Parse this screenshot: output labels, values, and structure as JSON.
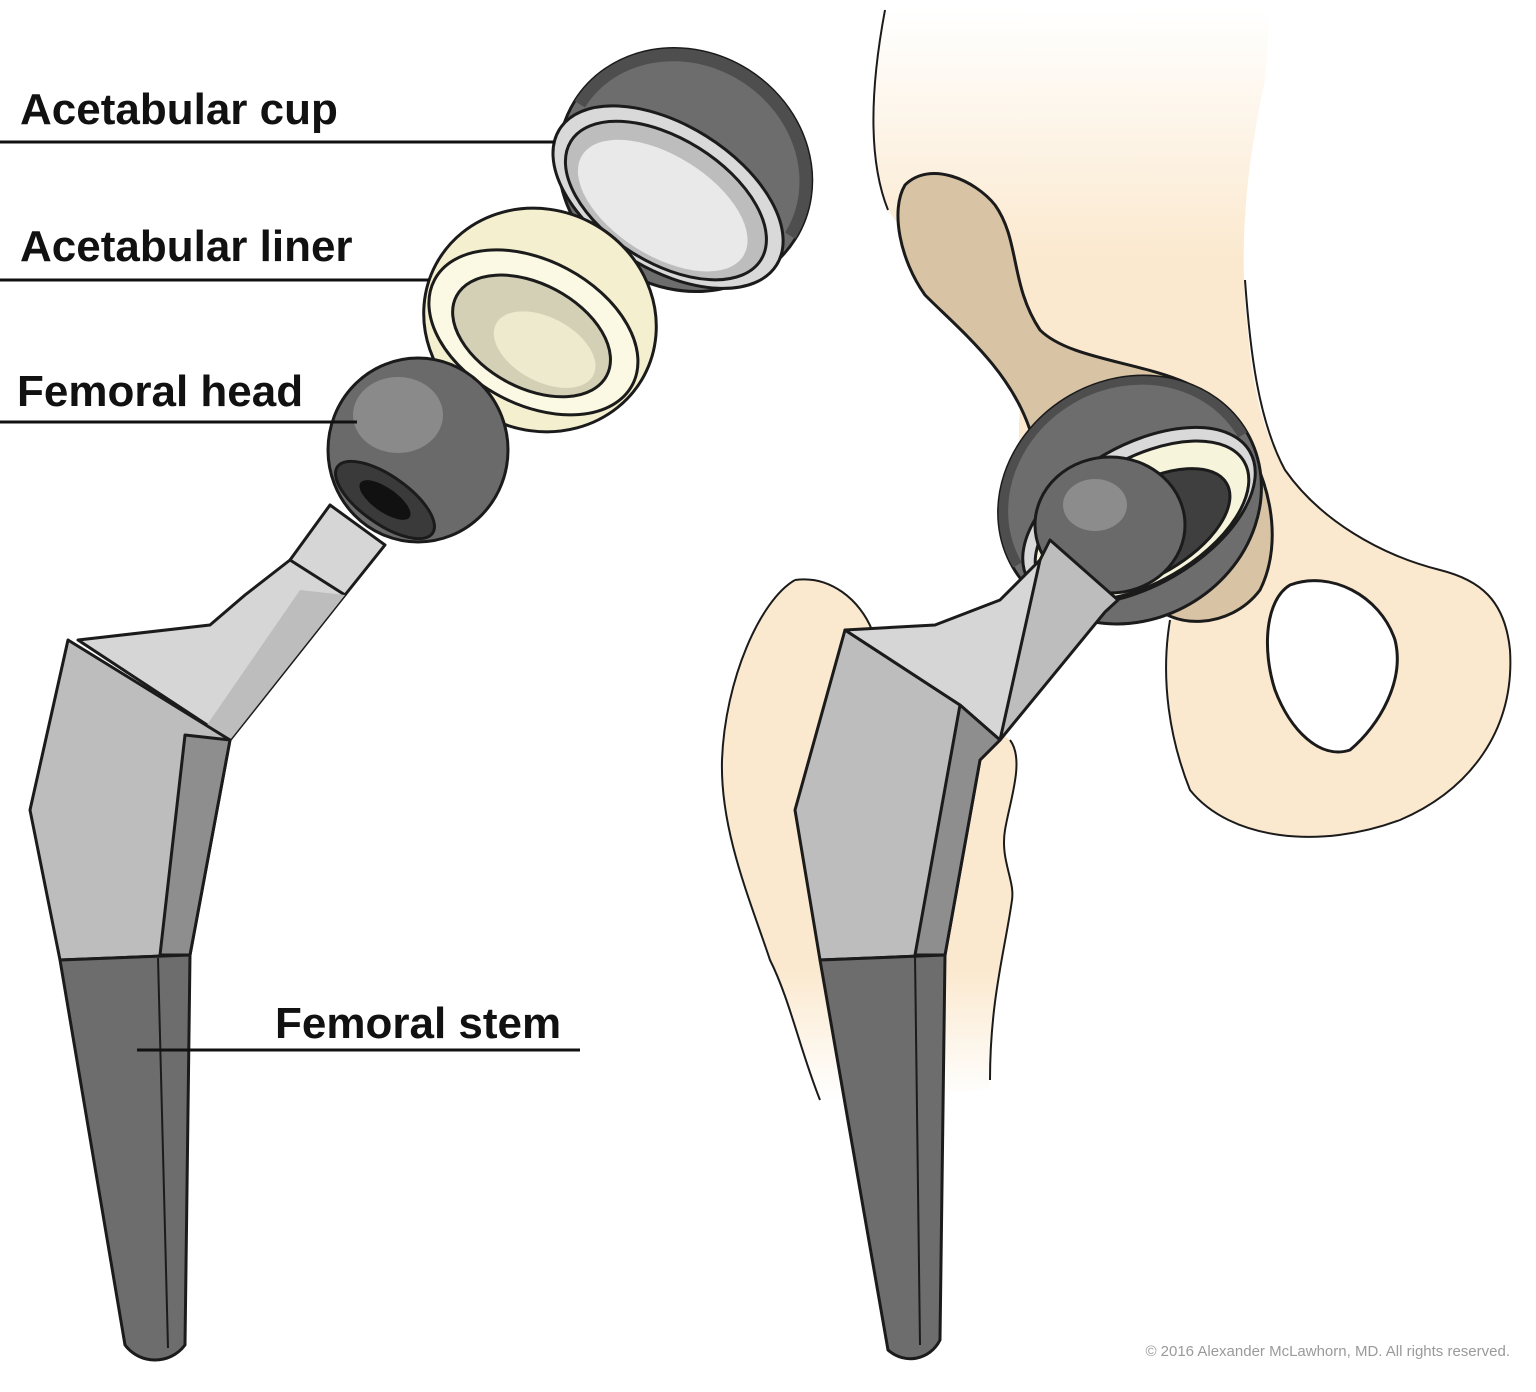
{
  "labels": {
    "acetabular_cup": "Acetabular cup",
    "acetabular_liner": "Acetabular liner",
    "femoral_head": "Femoral head",
    "femoral_stem": "Femoral stem"
  },
  "credit": "© 2016 Alexander McLawhorn, MD. All rights reserved.",
  "colors": {
    "bone": "#fbe9cf",
    "bone_dark": "#d8c4a5",
    "metal_dark": "#6d6d6d",
    "metal_mid": "#9a9a9a",
    "metal_light": "#bdbdbd",
    "metal_lighter": "#d6d6d6",
    "liner": "#fbf9e3",
    "outline": "#1b1b1b"
  }
}
